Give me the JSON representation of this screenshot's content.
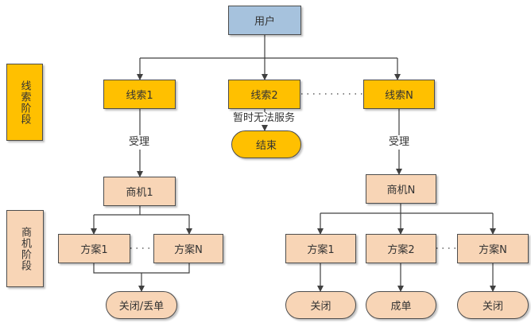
{
  "colors": {
    "user": "#a6c2dd",
    "lead": "#ffc000",
    "opportunity": "#f8d5b6",
    "line": "#404040"
  },
  "stages": [
    {
      "id": "stage-lead",
      "label": "线索阶段",
      "color_key": "lead"
    },
    {
      "id": "stage-opportunity",
      "label": "商机阶段",
      "color_key": "opportunity"
    }
  ],
  "nodes": {
    "user": {
      "label": "用户",
      "color_key": "user"
    },
    "lead1": {
      "label": "线索1",
      "color_key": "lead"
    },
    "lead2": {
      "label": "线索2",
      "color_key": "lead"
    },
    "leadN": {
      "label": "线索N",
      "color_key": "lead"
    },
    "end": {
      "label": "结束",
      "color_key": "lead",
      "shape": "terminal"
    },
    "opp1": {
      "label": "商机1",
      "color_key": "opportunity"
    },
    "oppN": {
      "label": "商机N",
      "color_key": "opportunity"
    },
    "opp1_plan1": {
      "label": "方案1",
      "color_key": "opportunity"
    },
    "opp1_planN": {
      "label": "方案N",
      "color_key": "opportunity"
    },
    "opp1_result": {
      "label": "关闭/丢单",
      "color_key": "opportunity",
      "shape": "terminal"
    },
    "oppN_plan1": {
      "label": "方案1",
      "color_key": "opportunity"
    },
    "oppN_plan2": {
      "label": "方案2",
      "color_key": "opportunity"
    },
    "oppN_planN": {
      "label": "方案N",
      "color_key": "opportunity"
    },
    "oppN_result1": {
      "label": "关闭",
      "color_key": "opportunity",
      "shape": "terminal"
    },
    "oppN_result2": {
      "label": "成单",
      "color_key": "opportunity",
      "shape": "terminal"
    },
    "oppN_result3": {
      "label": "关闭",
      "color_key": "opportunity",
      "shape": "terminal"
    }
  },
  "edge_labels": {
    "lead1_accept": "受理",
    "leadN_accept": "受理",
    "lead2_unavailable": "暂时无法服务"
  },
  "edges": [
    {
      "from": "user",
      "to": "lead1"
    },
    {
      "from": "user",
      "to": "lead2"
    },
    {
      "from": "user",
      "to": "leadN"
    },
    {
      "from": "lead1",
      "to": "opp1",
      "label": "受理"
    },
    {
      "from": "lead2",
      "to": "end",
      "label": "暂时无法服务"
    },
    {
      "from": "leadN",
      "to": "oppN",
      "label": "受理"
    },
    {
      "from": "opp1",
      "to": "opp1_plan1"
    },
    {
      "from": "opp1",
      "to": "opp1_planN"
    },
    {
      "from": "opp1_plan1",
      "to": "opp1_result"
    },
    {
      "from": "opp1_planN",
      "to": "opp1_result"
    },
    {
      "from": "oppN",
      "to": "oppN_plan1"
    },
    {
      "from": "oppN",
      "to": "oppN_plan2"
    },
    {
      "from": "oppN",
      "to": "oppN_planN"
    },
    {
      "from": "oppN_plan1",
      "to": "oppN_result1"
    },
    {
      "from": "oppN_plan2",
      "to": "oppN_result2"
    },
    {
      "from": "oppN_planN",
      "to": "oppN_result3"
    }
  ],
  "ellipsis_links": [
    {
      "between": [
        "lead2",
        "leadN"
      ],
      "style": "dotted"
    },
    {
      "between": [
        "opp1_plan1",
        "opp1_planN"
      ],
      "style": "dotted"
    },
    {
      "between": [
        "oppN_plan2",
        "oppN_planN"
      ],
      "style": "dotted"
    }
  ]
}
